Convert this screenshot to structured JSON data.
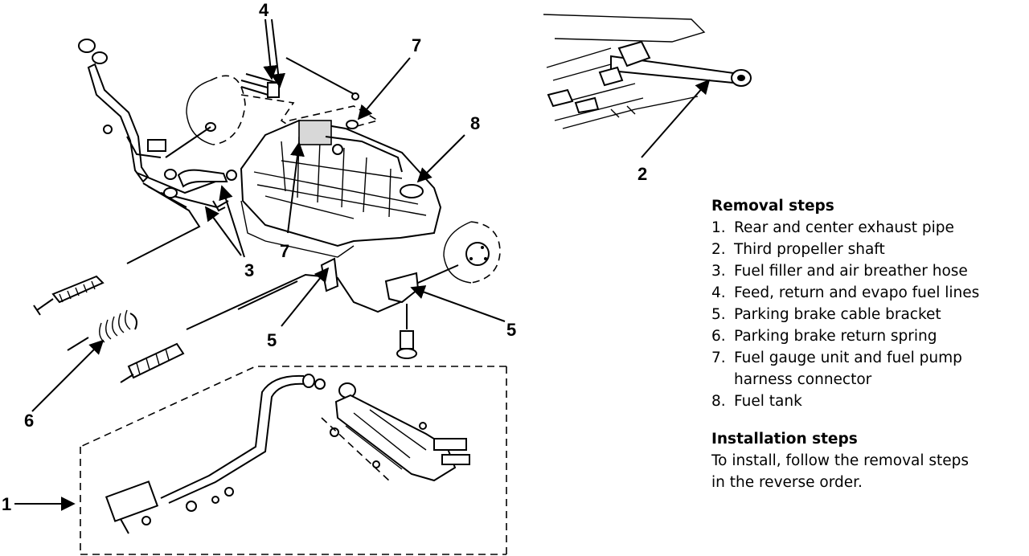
{
  "callouts": [
    "1",
    "2",
    "3",
    "4",
    "5",
    "5",
    "6",
    "7",
    "7",
    "8"
  ],
  "removal": {
    "title": "Removal steps",
    "steps": [
      {
        "num": "1.",
        "text": "Rear and center exhaust pipe"
      },
      {
        "num": "2.",
        "text": "Third propeller shaft"
      },
      {
        "num": "3.",
        "text": "Fuel filler and air breather hose"
      },
      {
        "num": "4.",
        "text": "Feed, return and evapo fuel lines"
      },
      {
        "num": "5.",
        "text": "Parking brake cable bracket"
      },
      {
        "num": "6.",
        "text": "Parking brake return spring"
      },
      {
        "num": "7.",
        "text": "Fuel gauge unit and fuel pump harness connector"
      },
      {
        "num": "8.",
        "text": "Fuel tank"
      }
    ]
  },
  "installation": {
    "title": "Installation steps",
    "text": "To install, follow the removal steps in the reverse order."
  }
}
